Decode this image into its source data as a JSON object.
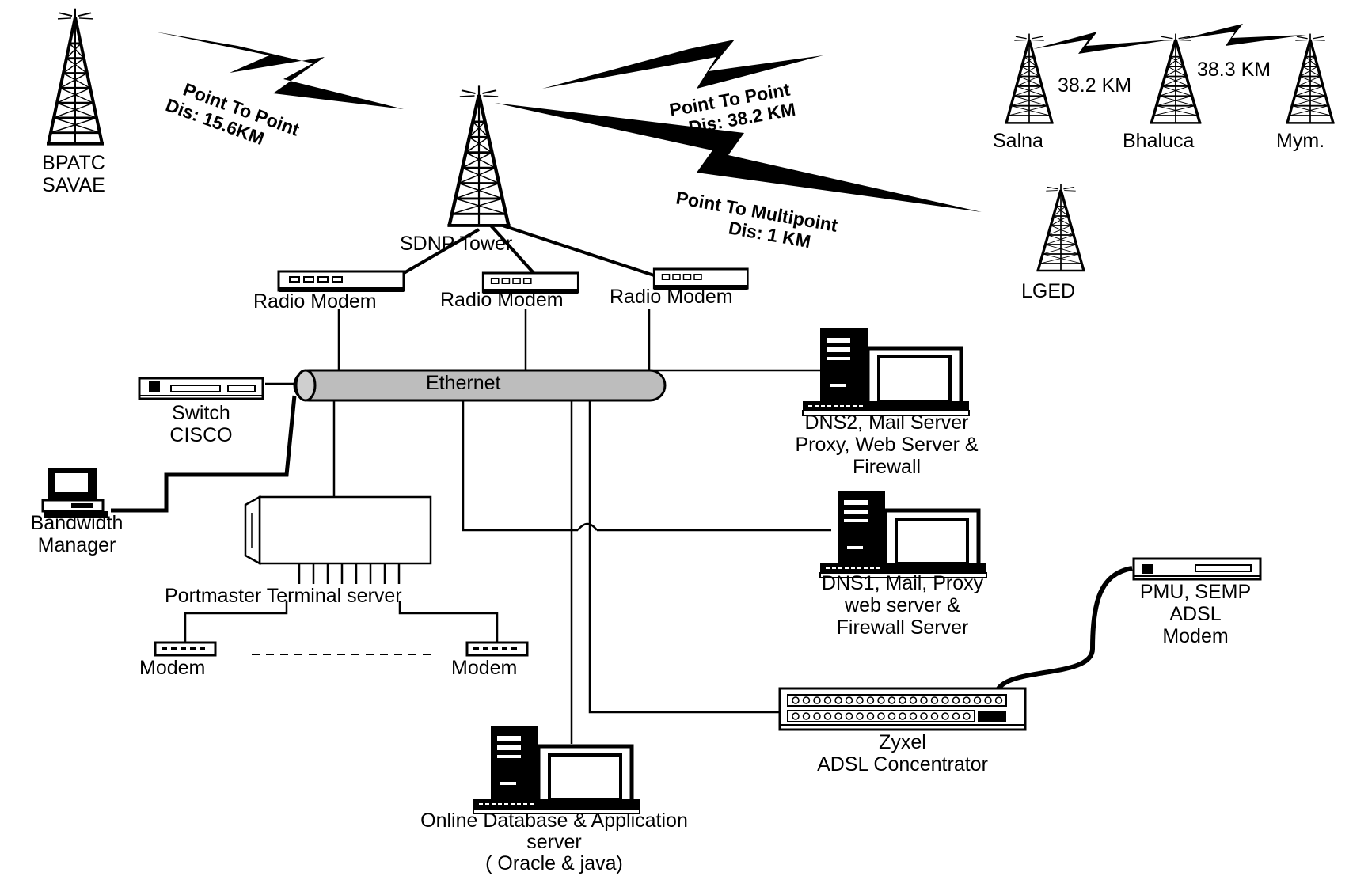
{
  "sites": {
    "bpatc": [
      "BPATC",
      "SAVAE"
    ],
    "salna": "Salna",
    "bhaluca": "Bhaluca",
    "mym": "Mym.",
    "lged": "LGED",
    "sdnp": "SDNP Tower"
  },
  "distances": {
    "salna_bhaluca": "38.2 KM",
    "bhaluca_mym": "38.3 KM"
  },
  "links": {
    "bpatc": [
      "Point To Point",
      "Dis: 15.6KM"
    ],
    "salna": [
      "Point To Point",
      "Dis: 38.2 KM"
    ],
    "lged": [
      "Point To Multipoint",
      "Dis: 1 KM"
    ]
  },
  "devices": {
    "radio_modem_1": "Radio Modem",
    "radio_modem_2": "Radio Modem",
    "radio_modem_3": "Radio Modem",
    "ethernet": "Ethernet",
    "switch": [
      "Switch",
      "CISCO"
    ],
    "bandwidth_manager": [
      "Bandwidth",
      "Manager"
    ],
    "portmaster": "Portmaster Terminal server",
    "modem_left": "Modem",
    "modem_right": "Modem",
    "dns2": [
      "DNS2, Mail Server",
      "Proxy, Web Server &",
      "Firewall"
    ],
    "dns1": [
      "DNS1, Mail, Proxy",
      "web server &",
      "Firewall Server"
    ],
    "pmu": [
      "PMU, SEMP",
      "ADSL",
      "Modem"
    ],
    "zyxel": [
      "Zyxel",
      "ADSL Concentrator"
    ],
    "db_server": [
      "Online Database & Application",
      "server",
      "( Oracle & java)"
    ]
  }
}
